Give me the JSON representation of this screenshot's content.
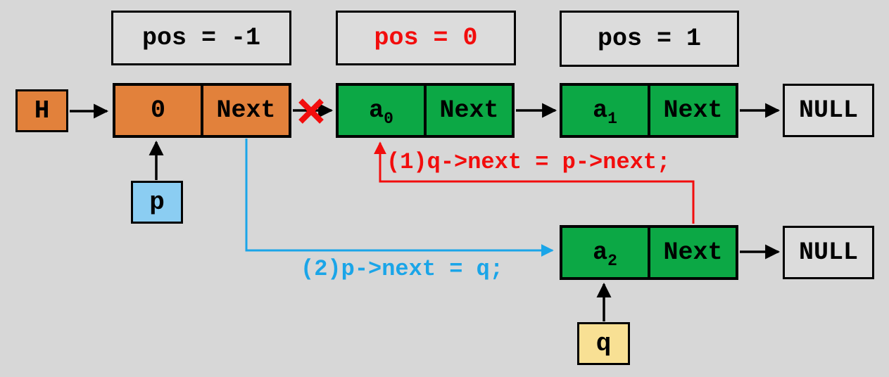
{
  "colors": {
    "background": "#d7d7d7",
    "label_box_fill": "#dcdcdc",
    "orange_node": "#e2813b",
    "green_node": "#0ca845",
    "p_pointer_fill": "#8bcdf2",
    "q_pointer_fill": "#f8e094",
    "highlight_red": "#f20d0d",
    "step2_blue": "#1aa5e8",
    "line_black": "#000000"
  },
  "position_labels": [
    {
      "text": "pos = -1",
      "color": "black"
    },
    {
      "text": "pos = 0",
      "color": "red"
    },
    {
      "text": "pos = 1",
      "color": "black"
    }
  ],
  "head_pointer": "H",
  "nodes": {
    "head": {
      "data": "0",
      "next": "Next"
    },
    "a0": {
      "base": "a",
      "sub": "0",
      "next": "Next"
    },
    "a1": {
      "base": "a",
      "sub": "1",
      "next": "Next"
    },
    "a2": {
      "base": "a",
      "sub": "2",
      "next": "Next"
    }
  },
  "null_labels": {
    "top": "NULL",
    "bottom": "NULL"
  },
  "pointers": {
    "p": "p",
    "q": "q"
  },
  "annotations": {
    "step1": "(1)q->next = p->next;",
    "step2": "(2)p->next = q;"
  }
}
